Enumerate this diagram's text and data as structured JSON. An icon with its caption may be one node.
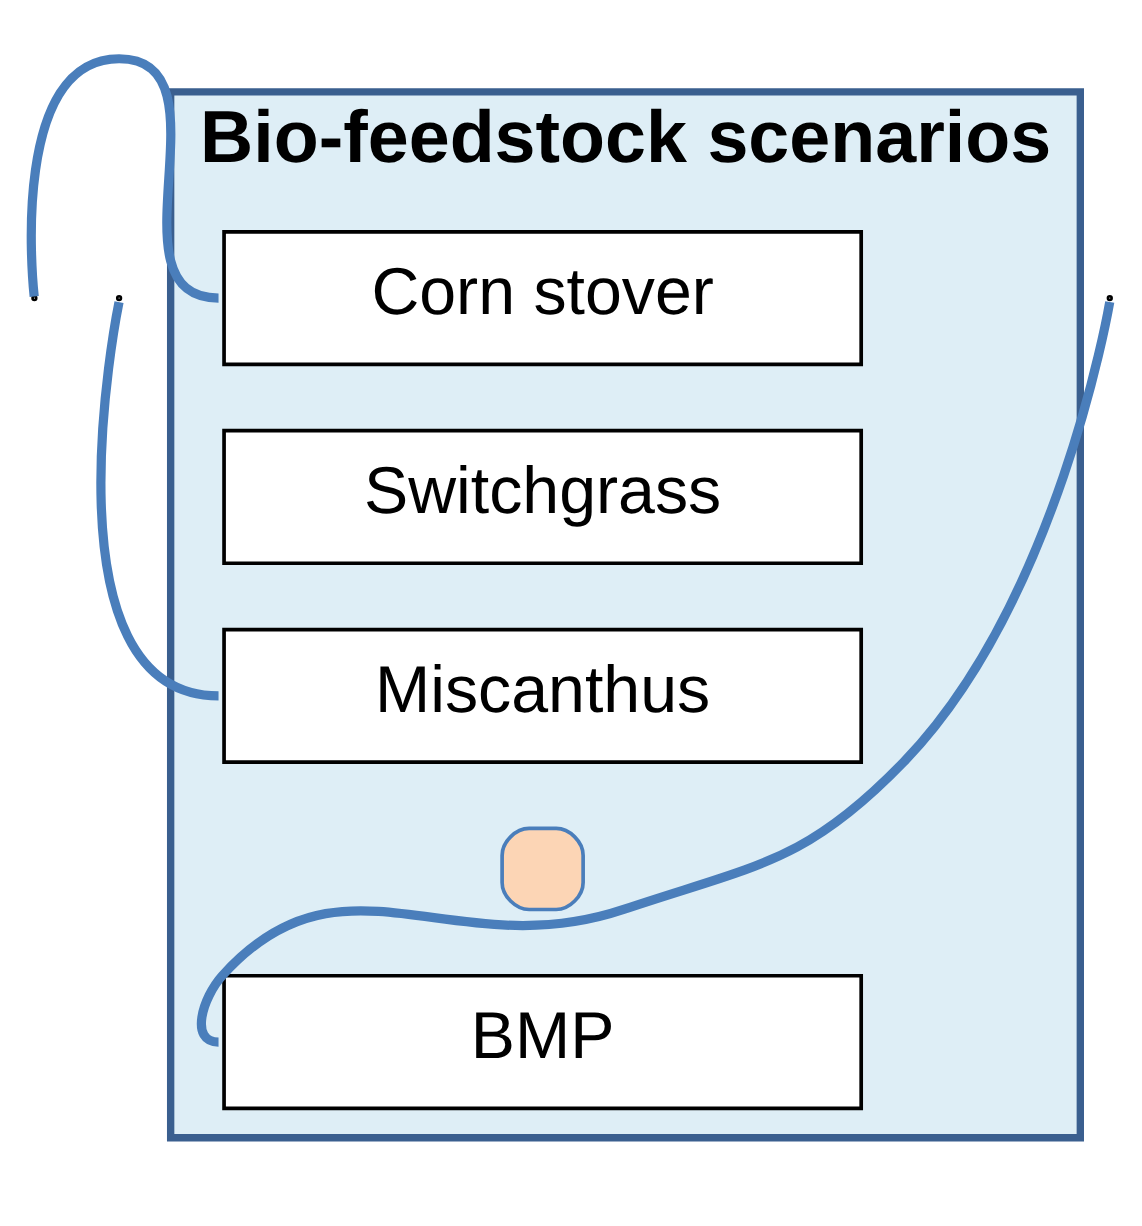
{
  "diagram": {
    "nodes": [
      {
        "text": [
          "Bio-feedstock scenarios"
        ]
      },
      {
        "text": [
          "Corn stover"
        ],
        "in": 0
      },
      {
        "text": [
          "Switchgrass"
        ],
        "in": 0
      },
      {
        "text": [
          "Miscanthus"
        ],
        "in": 0
      },
      {
        "text": [],
        "shape": "plus",
        "in": 0
      },
      {
        "text": [
          "BMP"
        ],
        "in": 0
      }
    ],
    "edges": [
      {
        "from": null,
        "to": 1,
        "arrow": "none"
      },
      {
        "from": null,
        "to": 3,
        "arrow": "none"
      },
      {
        "from": null,
        "to": 5,
        "arrow": "none"
      }
    ]
  }
}
